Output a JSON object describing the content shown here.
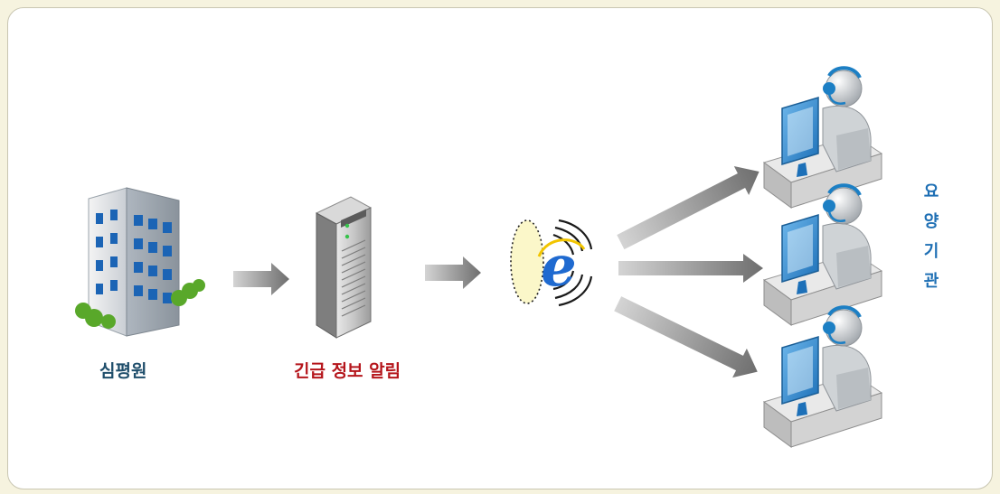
{
  "labels": {
    "hira": "심평원",
    "alert": "긴급 정보 알림",
    "institution_chars": [
      "요",
      "양",
      "기",
      "관"
    ]
  },
  "colors": {
    "hira_label": "#1f4e6b",
    "alert_label": "#b5151b",
    "institution_label": "#1e6fb4",
    "arrow": "#8a8a8a",
    "background": "#f6f3df"
  },
  "icons": {
    "sender": "office-building-icon",
    "server": "server-tower-icon",
    "broadcast": "internet-explorer-wireless-icon",
    "receivers": [
      "agent-workstation-icon",
      "agent-workstation-icon",
      "agent-workstation-icon"
    ]
  }
}
